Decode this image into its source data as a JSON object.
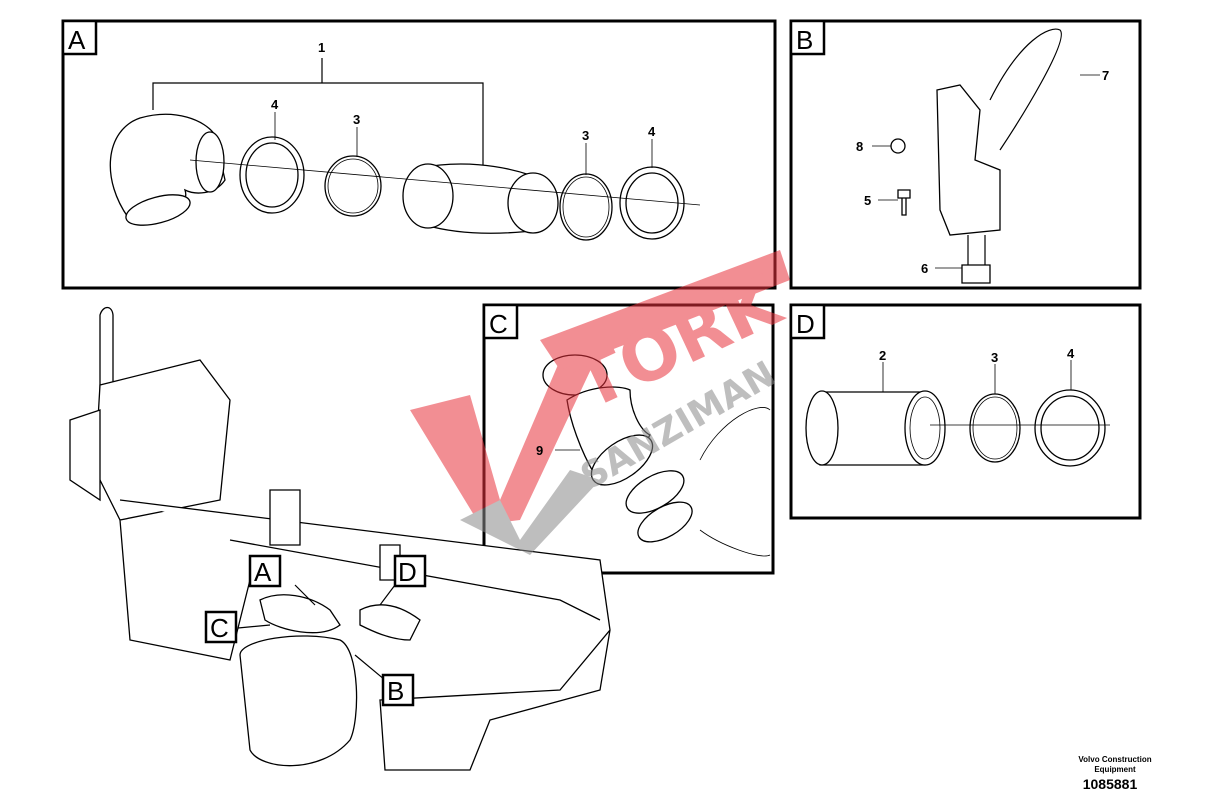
{
  "panels": {
    "A": {
      "label": "A",
      "callouts": [
        "1",
        "4",
        "3",
        "3",
        "4"
      ]
    },
    "B": {
      "label": "B",
      "callouts": [
        "7",
        "8",
        "5",
        "6"
      ]
    },
    "C": {
      "label": "C",
      "callouts": [
        "9"
      ]
    },
    "D": {
      "label": "D",
      "callouts": [
        "2",
        "3",
        "4"
      ]
    }
  },
  "overview": {
    "labels": [
      "A",
      "D",
      "C",
      "B"
    ]
  },
  "footer": {
    "company_line1": "Volvo Construction",
    "company_line2": "Equipment",
    "part_number": "1085881"
  },
  "watermark": {
    "text1": "TORK",
    "text2": "SANZIMAN",
    "color_red": "#e8323c",
    "color_gray": "#8a8a8a"
  }
}
